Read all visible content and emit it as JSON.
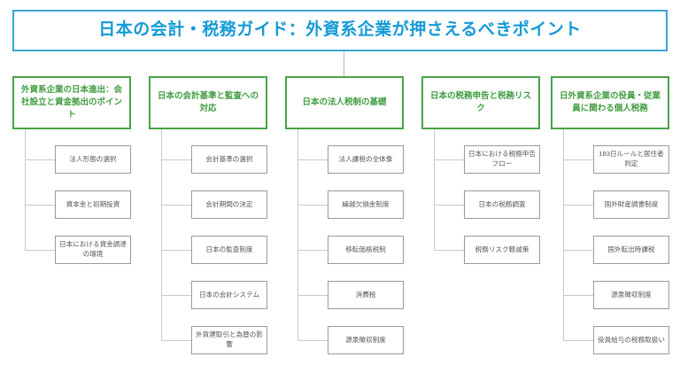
{
  "title": {
    "text": "日本の会計・税務ガイド：外資系企業が押さえるべきポイント",
    "border_color": "#3ba6d4",
    "text_color": "#159ad6"
  },
  "theme": {
    "branch_border_color": "#49a349",
    "branch_text_color": "#3f9c3f",
    "leaf_border_color": "#9a9a9a",
    "leaf_text_color": "#555555",
    "connector_color": "#c9c9c9",
    "background": "#ffffff"
  },
  "branches": [
    {
      "header": "外資系企業の日本進出：会社設立と資金拠出のポイント",
      "items": [
        "法人形態の選択",
        "資本金と初期投資",
        "日本における資金調達の環境"
      ]
    },
    {
      "header": "日本の会計基準と監査への対応",
      "items": [
        "会計基準の選択",
        "会計期間の決定",
        "日本の監査制度",
        "日本の会計システム",
        "外貨建取引と為替の影響"
      ]
    },
    {
      "header": "日本の法人税制の基礎",
      "items": [
        "法人課税の全体像",
        "繰越欠損金制度",
        "移転価格税制",
        "消費税",
        "源泉徴収制度"
      ]
    },
    {
      "header": "日本の税務申告と税務リスク",
      "items": [
        "日本における税務申告フロー",
        "日本の税務調査",
        "税務リスク軽減策"
      ]
    },
    {
      "header": "日外資系企業の役員・従業員に関わる個人税務",
      "items": [
        "183日ルールと居住者判定",
        "国外財産調書制度",
        "国外転出時課税",
        "源泉徴収制度",
        "役員給与の税務取扱い"
      ]
    }
  ]
}
